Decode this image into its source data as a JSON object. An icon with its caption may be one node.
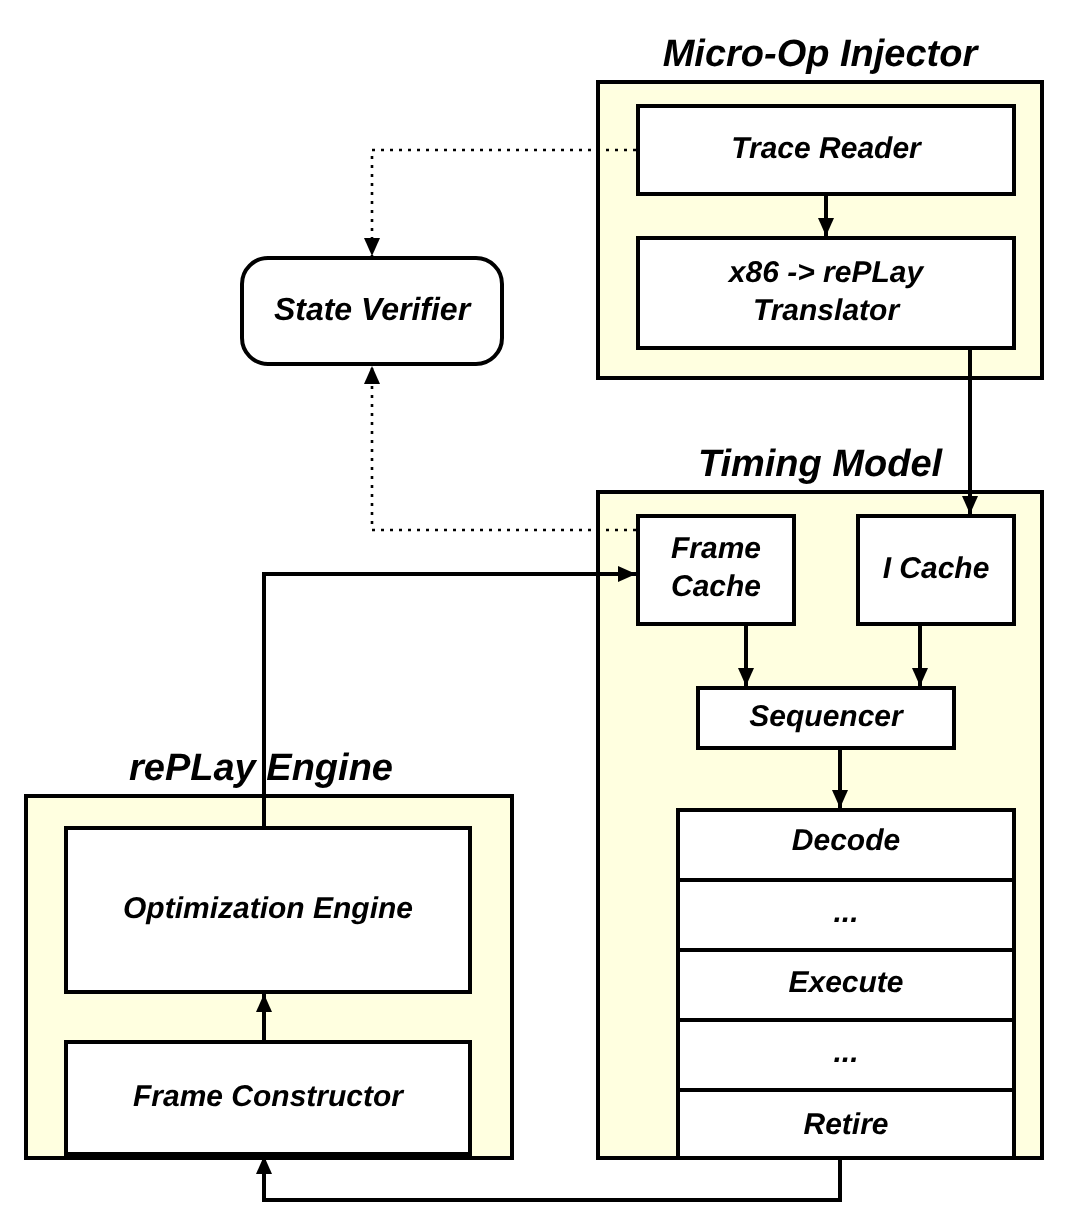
{
  "diagram": {
    "nodes": [
      {
        "text": [
          "Micro-Op Injector"
        ]
      },
      {
        "text": [
          "Trace Reader"
        ],
        "in": 0
      },
      {
        "text": [
          "x86 -> rePLay Translator"
        ],
        "in": 0
      },
      {
        "text": [
          "State Verifier"
        ]
      },
      {
        "text": [
          "Timing Model"
        ]
      },
      {
        "text": [
          "Frame Cache"
        ],
        "in": 4
      },
      {
        "text": [
          "I Cache"
        ],
        "in": 4
      },
      {
        "text": [
          "Sequencer"
        ],
        "in": 4
      },
      {
        "text": [],
        "shape": "box",
        "in": 4
      },
      {
        "text": [
          "Decode"
        ],
        "in": 8
      },
      {
        "text": [
          "..."
        ],
        "in": 8
      },
      {
        "text": [
          "Execute"
        ],
        "in": 8
      },
      {
        "text": [
          "..."
        ],
        "in": 8
      },
      {
        "text": [
          "Retire"
        ],
        "in": 8
      },
      {
        "text": [
          "rePLay Engine"
        ]
      },
      {
        "text": [
          "Optimization Engine"
        ],
        "in": 14
      },
      {
        "text": [
          "Frame Constructor"
        ],
        "in": 14
      }
    ],
    "edges": [
      {
        "from": 1,
        "to": 2,
        "arrow": "to"
      },
      {
        "from": 1,
        "to": 3,
        "arrow": "to",
        "style": "dashed"
      },
      {
        "from": 2,
        "to": 6,
        "arrow": "to"
      },
      {
        "from": 5,
        "to": 3,
        "arrow": "to",
        "style": "dashed"
      },
      {
        "from": 5,
        "to": 7,
        "arrow": "to"
      },
      {
        "from": 6,
        "to": 7,
        "arrow": "to"
      },
      {
        "from": 7,
        "to": 8,
        "arrow": "to"
      },
      {
        "from": 16,
        "to": 15,
        "arrow": "to"
      },
      {
        "from": 15,
        "to": 5,
        "arrow": "to"
      },
      {
        "from": 13,
        "to": 16,
        "arrow": "to"
      }
    ]
  }
}
